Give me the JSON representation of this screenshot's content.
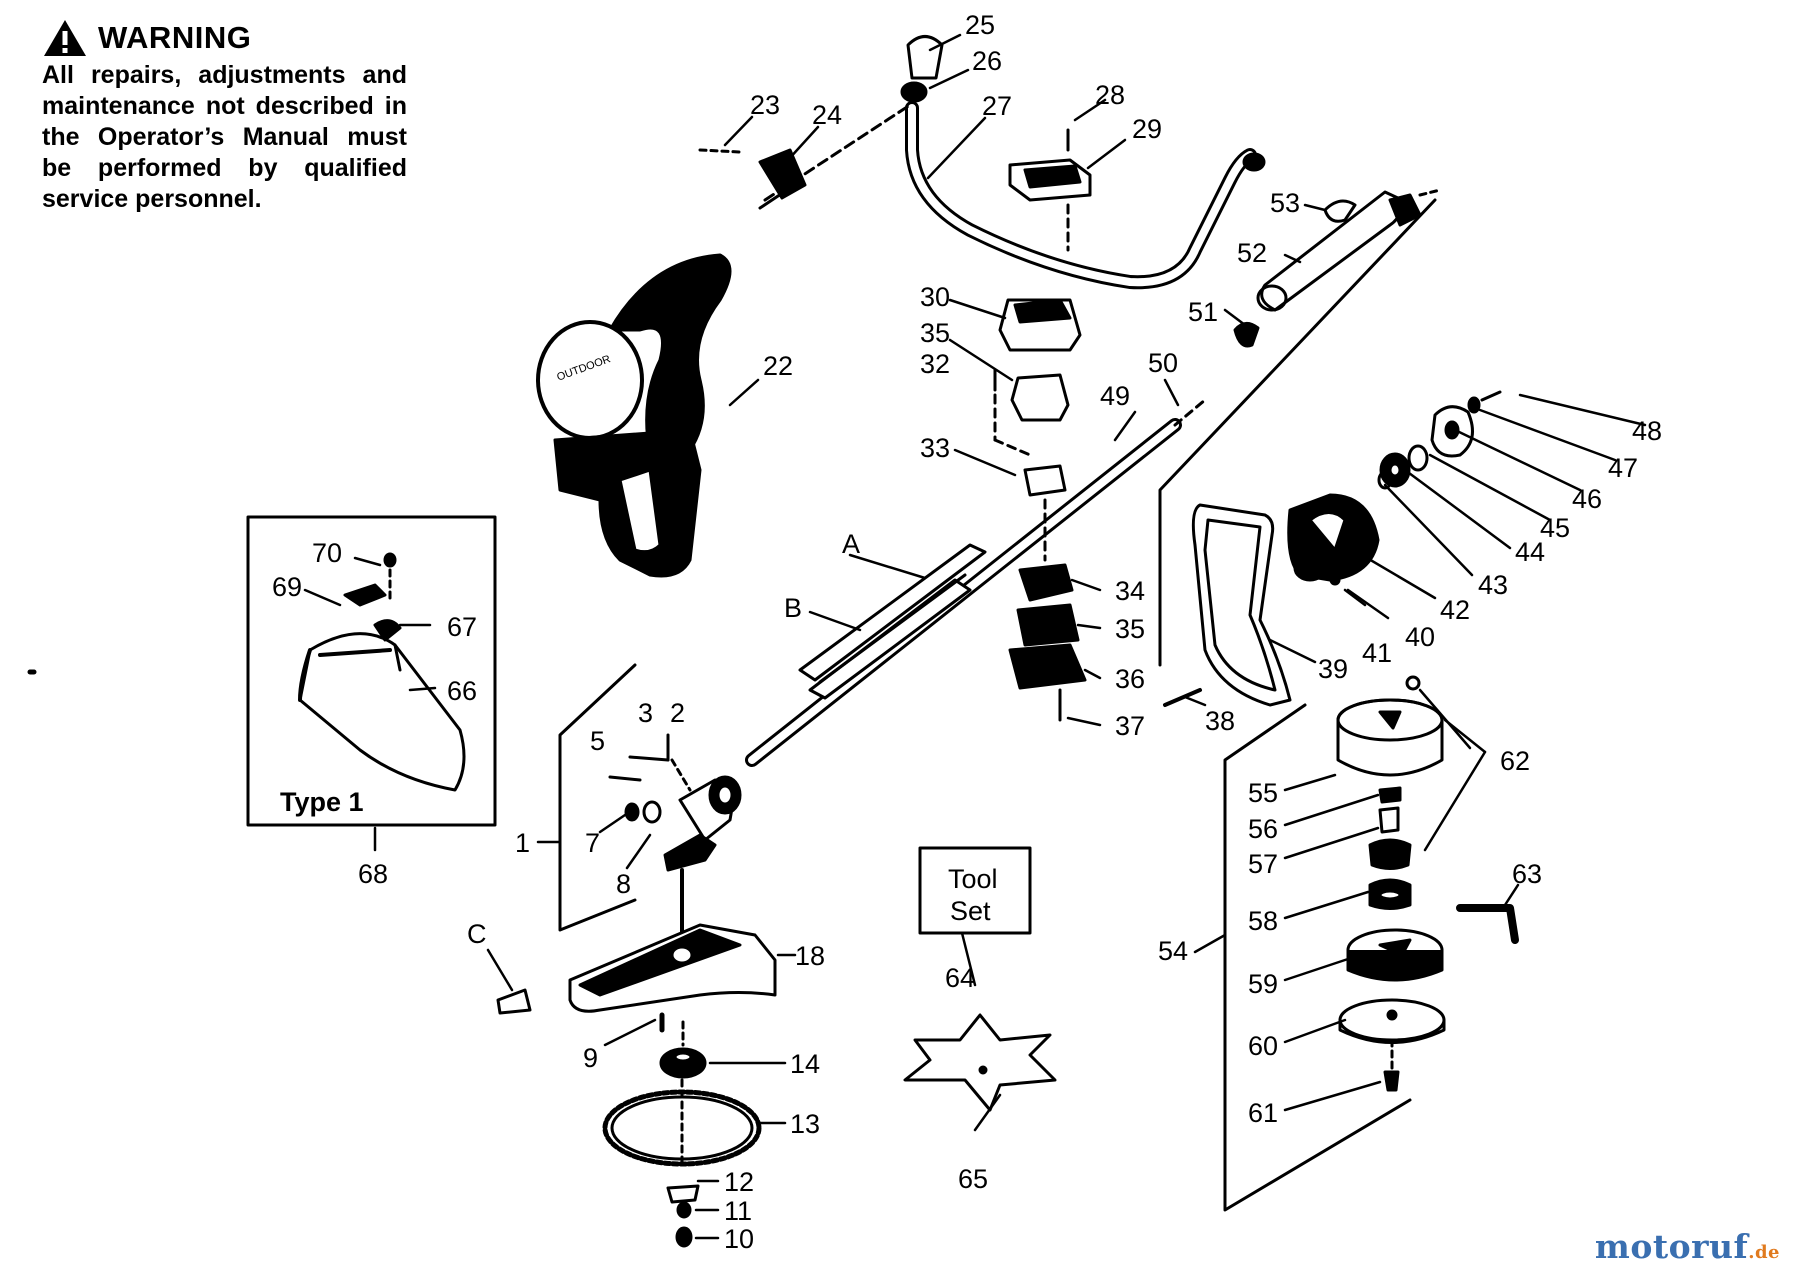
{
  "warning": {
    "title": "WARNING",
    "text": "All repairs, adjustments and maintenance not described in the Operator’s Manual must be performed by qualified service personnel.",
    "icon": "warning-triangle-icon"
  },
  "inset": {
    "label": "Type 1",
    "number": "68"
  },
  "toolset": {
    "line1": "Tool",
    "line2": "Set",
    "number": "64"
  },
  "brand": {
    "name": "motoruf",
    "suffix": ".de"
  },
  "colors": {
    "ink": "#000000",
    "background": "#ffffff",
    "brand_blue": "#3a6fb0",
    "brand_orange": "#e07a1e"
  },
  "callouts": [
    "25",
    "26",
    "23",
    "24",
    "27",
    "28",
    "29",
    "53",
    "52",
    "51",
    "30",
    "35",
    "32",
    "22",
    "49",
    "50",
    "33",
    "48",
    "47",
    "46",
    "45",
    "44",
    "43",
    "42",
    "41",
    "40",
    "39",
    "34",
    "35",
    "36",
    "37",
    "38",
    "A",
    "B",
    "70",
    "69",
    "67",
    "66",
    "3",
    "2",
    "5",
    "1",
    "7",
    "8",
    "62",
    "55",
    "56",
    "57",
    "63",
    "58",
    "59",
    "54",
    "60",
    "61",
    "18",
    "C",
    "9",
    "14",
    "13",
    "12",
    "11",
    "10",
    "65"
  ]
}
